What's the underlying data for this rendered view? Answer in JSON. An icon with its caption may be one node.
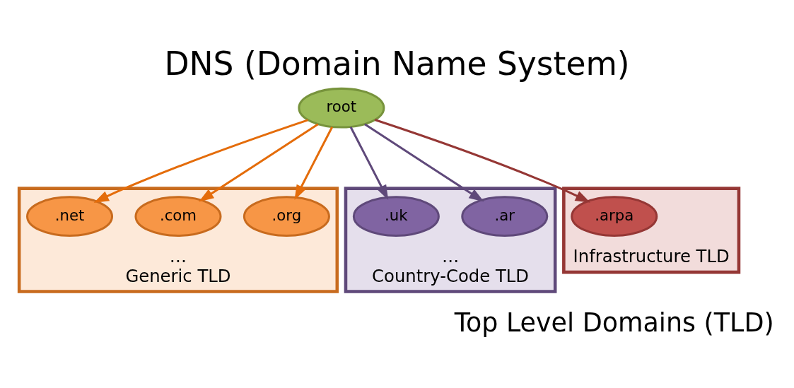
{
  "diagram": {
    "title": "DNS (Domain Name System)",
    "nodes": [
      {
        "text": [
          "root"
        ]
      },
      {
        "text": [
          "…"
        ],
        "beside": [
          "Generic TLD"
        ]
      },
      {
        "text": [
          ".net"
        ],
        "in": 1
      },
      {
        "text": [
          ".com"
        ],
        "in": 1
      },
      {
        "text": [
          ".org"
        ],
        "in": 1
      },
      {
        "text": [
          "…"
        ],
        "beside": [
          "Country-Code TLD"
        ]
      },
      {
        "text": [
          ".uk"
        ],
        "in": 5
      },
      {
        "text": [
          ".ar"
        ],
        "in": 5
      },
      {
        "text": [],
        "shape": "box",
        "beside": [
          "Infrastructure TLD"
        ]
      },
      {
        "text": [
          ".arpa"
        ],
        "in": 8
      }
    ],
    "edges": [
      {
        "from": 0,
        "to": 2,
        "arrow": "to"
      },
      {
        "from": 0,
        "to": 3,
        "arrow": "to"
      },
      {
        "from": 0,
        "to": 4,
        "arrow": "to"
      },
      {
        "from": 0,
        "to": 6,
        "arrow": "to",
        "color": "#5f497a"
      },
      {
        "from": 0,
        "to": 7,
        "arrow": "to",
        "color": "#5f497a"
      },
      {
        "from": 0,
        "to": 9,
        "arrow": "to",
        "color": "#953735"
      }
    ],
    "labels": [
      "Top Level Domains (TLD)"
    ]
  }
}
